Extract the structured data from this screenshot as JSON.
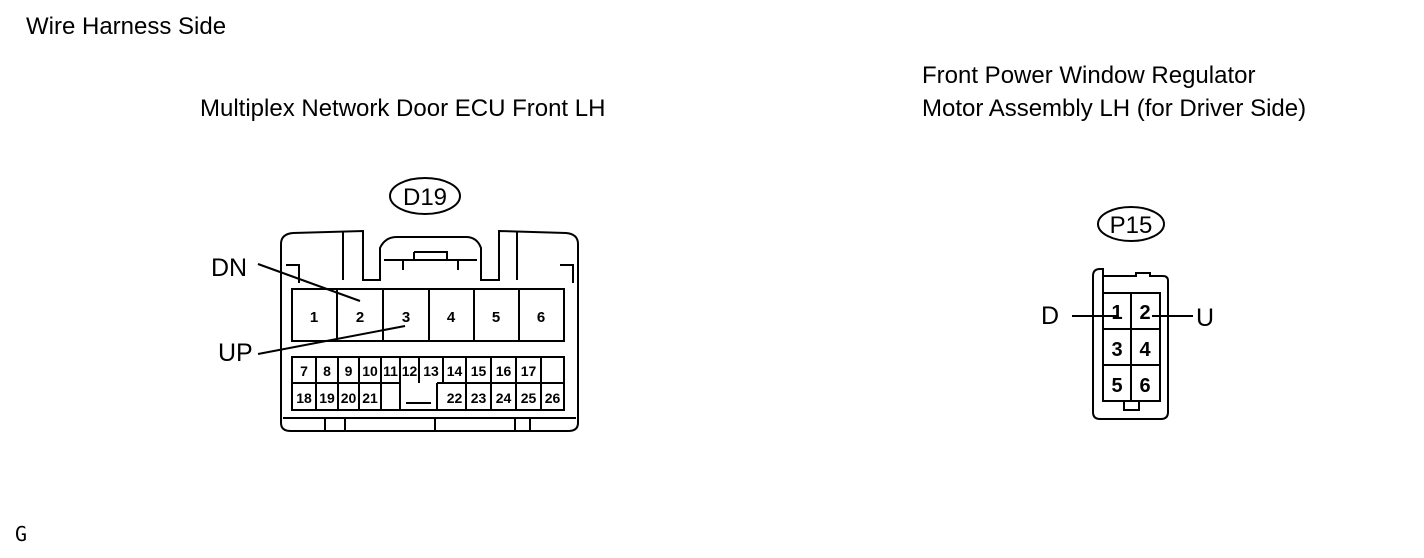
{
  "header": {
    "title": "Wire Harness Side"
  },
  "ecu": {
    "name": "Multiplex Network Door ECU Front LH",
    "code": "D19",
    "pins_large": [
      "1",
      "2",
      "3",
      "4",
      "5",
      "6"
    ],
    "pins_row1": [
      "7",
      "8",
      "9",
      "10",
      "11",
      "12",
      "13",
      "14",
      "15",
      "16",
      "17"
    ],
    "pins_row2_left": [
      "18",
      "19",
      "20",
      "21"
    ],
    "pins_row2_right": [
      "22",
      "23",
      "24",
      "25",
      "26"
    ],
    "label_dn": "DN",
    "label_up": "UP"
  },
  "motor": {
    "name_line1": "Front Power Window Regulator",
    "name_line2": "Motor Assembly LH (for Driver Side)",
    "code": "P15",
    "pins": [
      "1",
      "2",
      "3",
      "4",
      "5",
      "6"
    ],
    "label_d": "D",
    "label_u": "U"
  },
  "footer": {
    "mark": "G"
  }
}
